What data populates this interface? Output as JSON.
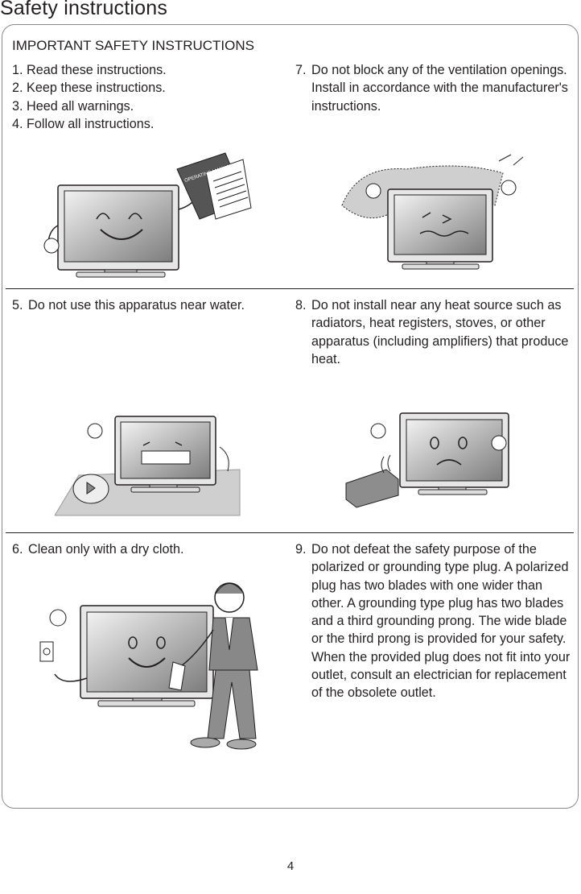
{
  "page": {
    "title": "Safety instructions",
    "number": "4"
  },
  "heading": "IMPORTANT SAFETY INSTRUCTIONS",
  "list_top": [
    {
      "num": "1.",
      "text": "Read these instructions."
    },
    {
      "num": "2.",
      "text": "Keep these instructions."
    },
    {
      "num": "3.",
      "text": "Heed all warnings."
    },
    {
      "num": "4.",
      "text": "Follow all instructions."
    }
  ],
  "items": {
    "i5": {
      "num": "5.",
      "text": "Do not use this apparatus near water."
    },
    "i6": {
      "num": "6.",
      "text": "Clean only with a dry cloth."
    },
    "i7": {
      "num": "7.",
      "text": "Do not block any of the ventilation openings. Install in accordance with the manufacturer's instructions."
    },
    "i8": {
      "num": "8.",
      "text": "Do not install near any heat source such as radiators, heat registers, stoves, or other apparatus (including amplifiers) that produce heat."
    },
    "i9": {
      "num": "9.",
      "text": "Do not defeat the safety purpose of the polarized or grounding type plug. A polarized plug has two blades with one wider than other. A grounding type plug has two blades and a third grounding prong. The wide blade or the third prong is provided for your safety. When the provided plug does not fit into your outlet, consult an electrician for replacement of the obsolete outlet."
    }
  },
  "illustrations": {
    "manual_label": "OPERATING MANUAL"
  }
}
